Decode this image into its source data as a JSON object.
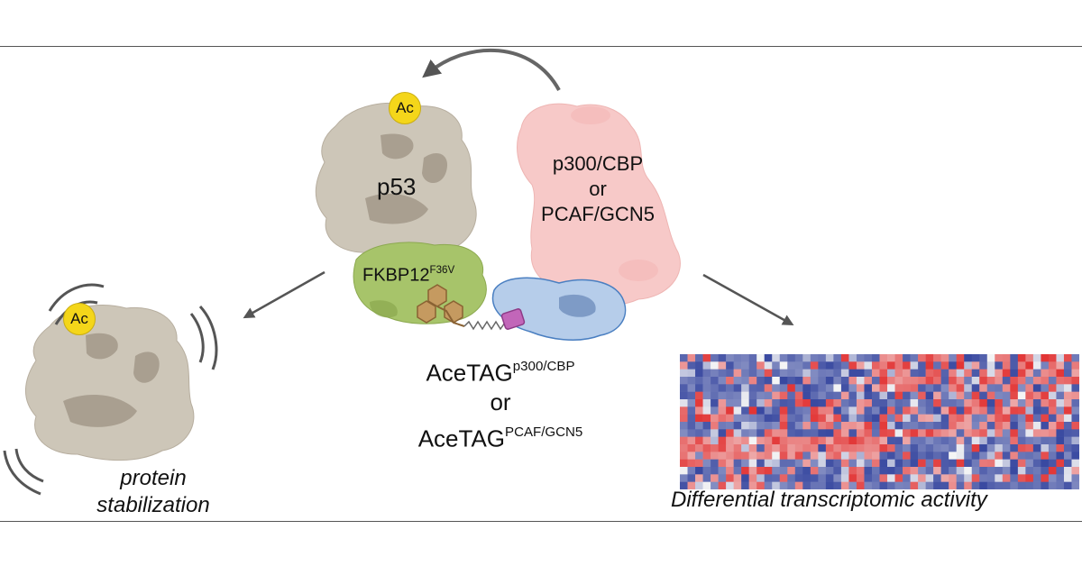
{
  "labels": {
    "acetyl": "Ac",
    "p53": "p53",
    "hat_line1": "p300/CBP",
    "hat_or": "or",
    "hat_line2": "PCAF/GCN5",
    "fkbp_main": "FKBP12",
    "fkbp_sup": "F36V",
    "acetag": "AceTAG",
    "acetag_sup1": "p300/CBP",
    "acetag_or": "or",
    "acetag_sup2": "PCAF/GCN5",
    "stab_line1": "protein",
    "stab_line2": "stabilization",
    "diff_activity": "Differential transcriptomic activity"
  },
  "colors": {
    "p53_protein": "#cdc6b8",
    "p53_shade": "#a99f90",
    "hat_protein": "#f7c9c8",
    "fkbp_protein": "#a7c46a",
    "bromo_protein": "#b6cdea",
    "ligand_bead": "#c59a60",
    "ligand_warhead": "#c266b9",
    "acetyl_yellow": "#f4d61a",
    "arrow": "#555555",
    "heat_blue": "#3848a0",
    "heat_red": "#e23434"
  }
}
